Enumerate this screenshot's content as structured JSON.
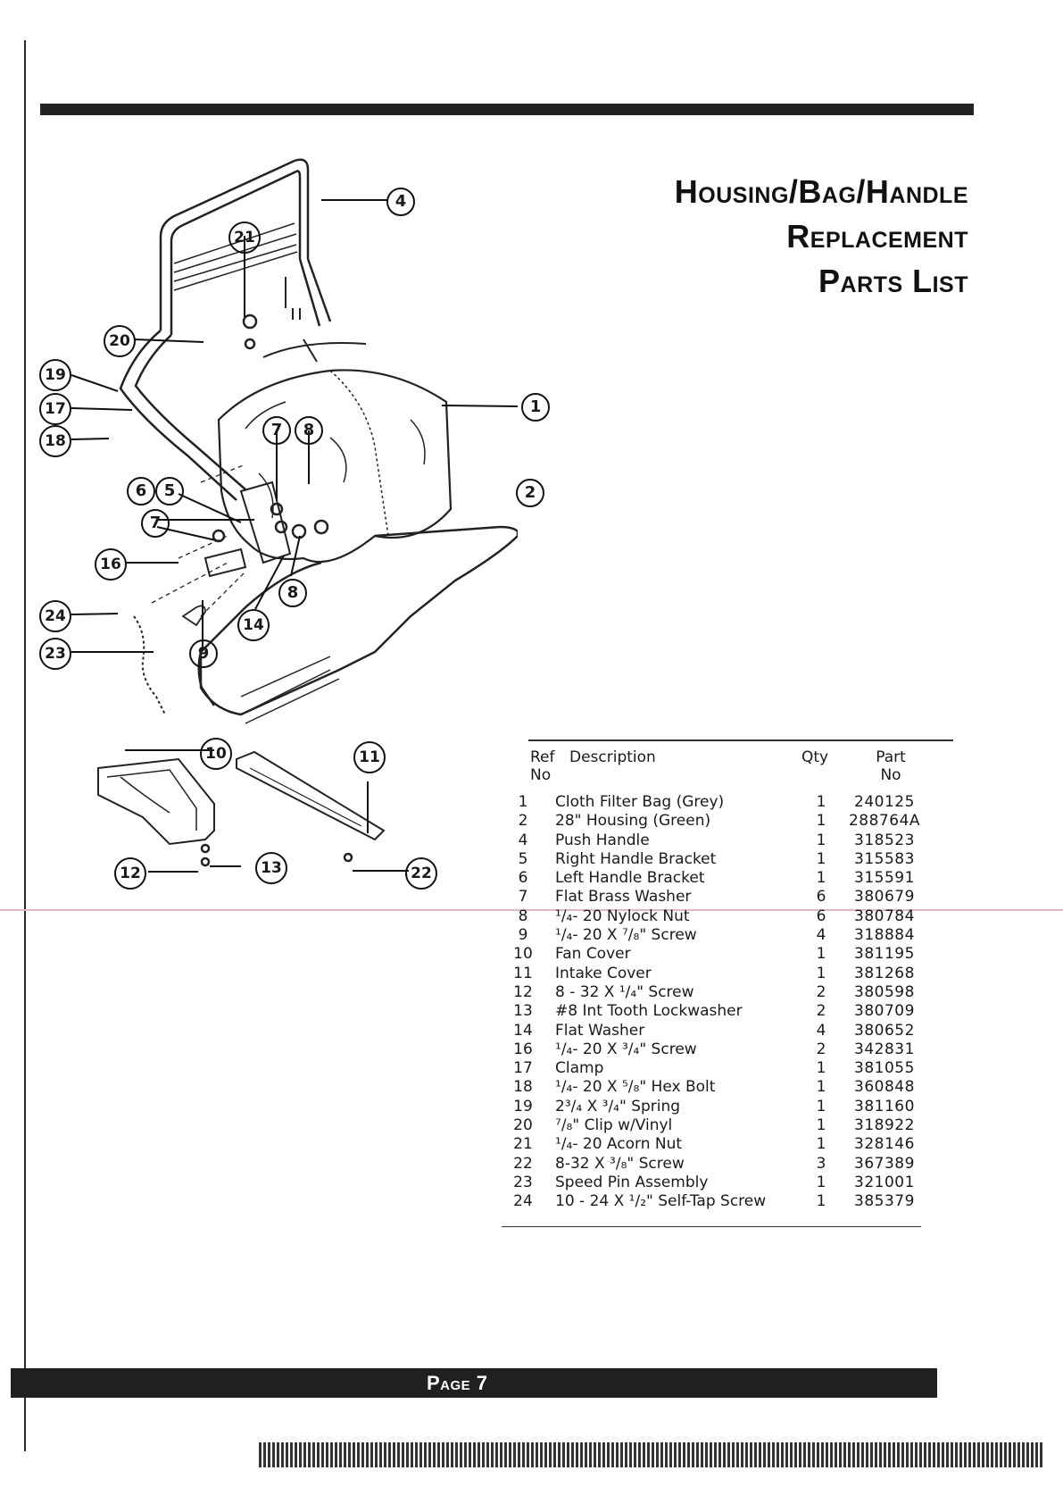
{
  "title": {
    "line1": "Housing/Bag/Handle",
    "line2": "Replacement",
    "line3": "Parts List"
  },
  "table": {
    "headers": {
      "ref": "Ref No",
      "description": "Description",
      "qty": "Qty",
      "part": "Part No"
    },
    "rows": [
      {
        "ref": "1",
        "description": "Cloth Filter Bag (Grey)",
        "qty": "1",
        "part": "240125"
      },
      {
        "ref": "2",
        "description": "28\" Housing (Green)",
        "qty": "1",
        "part": "288764A"
      },
      {
        "ref": "4",
        "description": "Push Handle",
        "qty": "1",
        "part": "318523"
      },
      {
        "ref": "5",
        "description": "Right Handle Bracket",
        "qty": "1",
        "part": "315583"
      },
      {
        "ref": "6",
        "description": "Left Handle Bracket",
        "qty": "1",
        "part": "315591"
      },
      {
        "ref": "7",
        "description": "Flat Brass Washer",
        "qty": "6",
        "part": "380679"
      },
      {
        "ref": "8",
        "description": "¹/₄- 20 Nylock Nut",
        "qty": "6",
        "part": "380784"
      },
      {
        "ref": "9",
        "description": "¹/₄- 20 X ⁷/₈\" Screw",
        "qty": "4",
        "part": "318884"
      },
      {
        "ref": "10",
        "description": "Fan Cover",
        "qty": "1",
        "part": "381195"
      },
      {
        "ref": "11",
        "description": "Intake Cover",
        "qty": "1",
        "part": "381268"
      },
      {
        "ref": "12",
        "description": "8 - 32 X ¹/₄\" Screw",
        "qty": "2",
        "part": "380598"
      },
      {
        "ref": "13",
        "description": "#8 Int Tooth Lockwasher",
        "qty": "2",
        "part": "380709"
      },
      {
        "ref": "14",
        "description": "Flat Washer",
        "qty": "4",
        "part": "380652"
      },
      {
        "ref": "16",
        "description": "¹/₄- 20 X ³/₄\" Screw",
        "qty": "2",
        "part": "342831"
      },
      {
        "ref": "17",
        "description": "Clamp",
        "qty": "1",
        "part": "381055"
      },
      {
        "ref": "18",
        "description": "¹/₄- 20 X ⁵/₈\" Hex Bolt",
        "qty": "1",
        "part": "360848"
      },
      {
        "ref": "19",
        "description": "2³/₄ X ³/₄\" Spring",
        "qty": "1",
        "part": "381160"
      },
      {
        "ref": "20",
        "description": "⁷/₈\" Clip w/Vinyl",
        "qty": "1",
        "part": "318922"
      },
      {
        "ref": "21",
        "description": "¹/₄- 20 Acorn Nut",
        "qty": "1",
        "part": "328146"
      },
      {
        "ref": "22",
        "description": "8-32 X ³/₈\" Screw",
        "qty": "3",
        "part": "367389"
      },
      {
        "ref": "23",
        "description": "Speed Pin Assembly",
        "qty": "1",
        "part": "321001"
      },
      {
        "ref": "24",
        "description": "10 - 24 X ¹/₂\" Self-Tap Screw",
        "qty": "1",
        "part": "385379"
      }
    ]
  },
  "callouts": [
    "4",
    "21",
    "20",
    "19",
    "17",
    "18",
    "1",
    "7",
    "8",
    "6",
    "5",
    "7",
    "2",
    "16",
    "8",
    "24",
    "14",
    "9",
    "23",
    "10",
    "11",
    "13",
    "22",
    "12"
  ],
  "footer": {
    "page_label": "Page 7"
  }
}
